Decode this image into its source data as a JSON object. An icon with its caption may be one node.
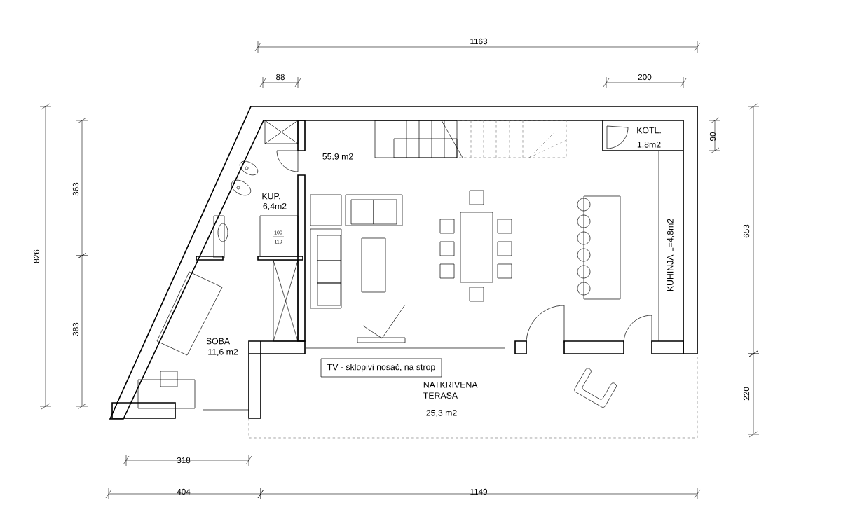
{
  "diagram": {
    "nodes": [
      {
        "text": [
          "TV - sklopivi nosač, na strop"
        ]
      }
    ],
    "labels": [
      "1163",
      "88",
      "200",
      "KOTL.",
      "1,8m2",
      "90",
      "55,9 m2",
      "826",
      "363",
      "KUP.",
      "6,4m2",
      "653",
      "100",
      "110",
      "KUHINJA L=4,8m2",
      "383",
      "SOBA",
      "11,6 m2",
      "NATKRIVENA TERASA",
      "220",
      "25,3 m2",
      "318",
      "404",
      "1149"
    ]
  }
}
